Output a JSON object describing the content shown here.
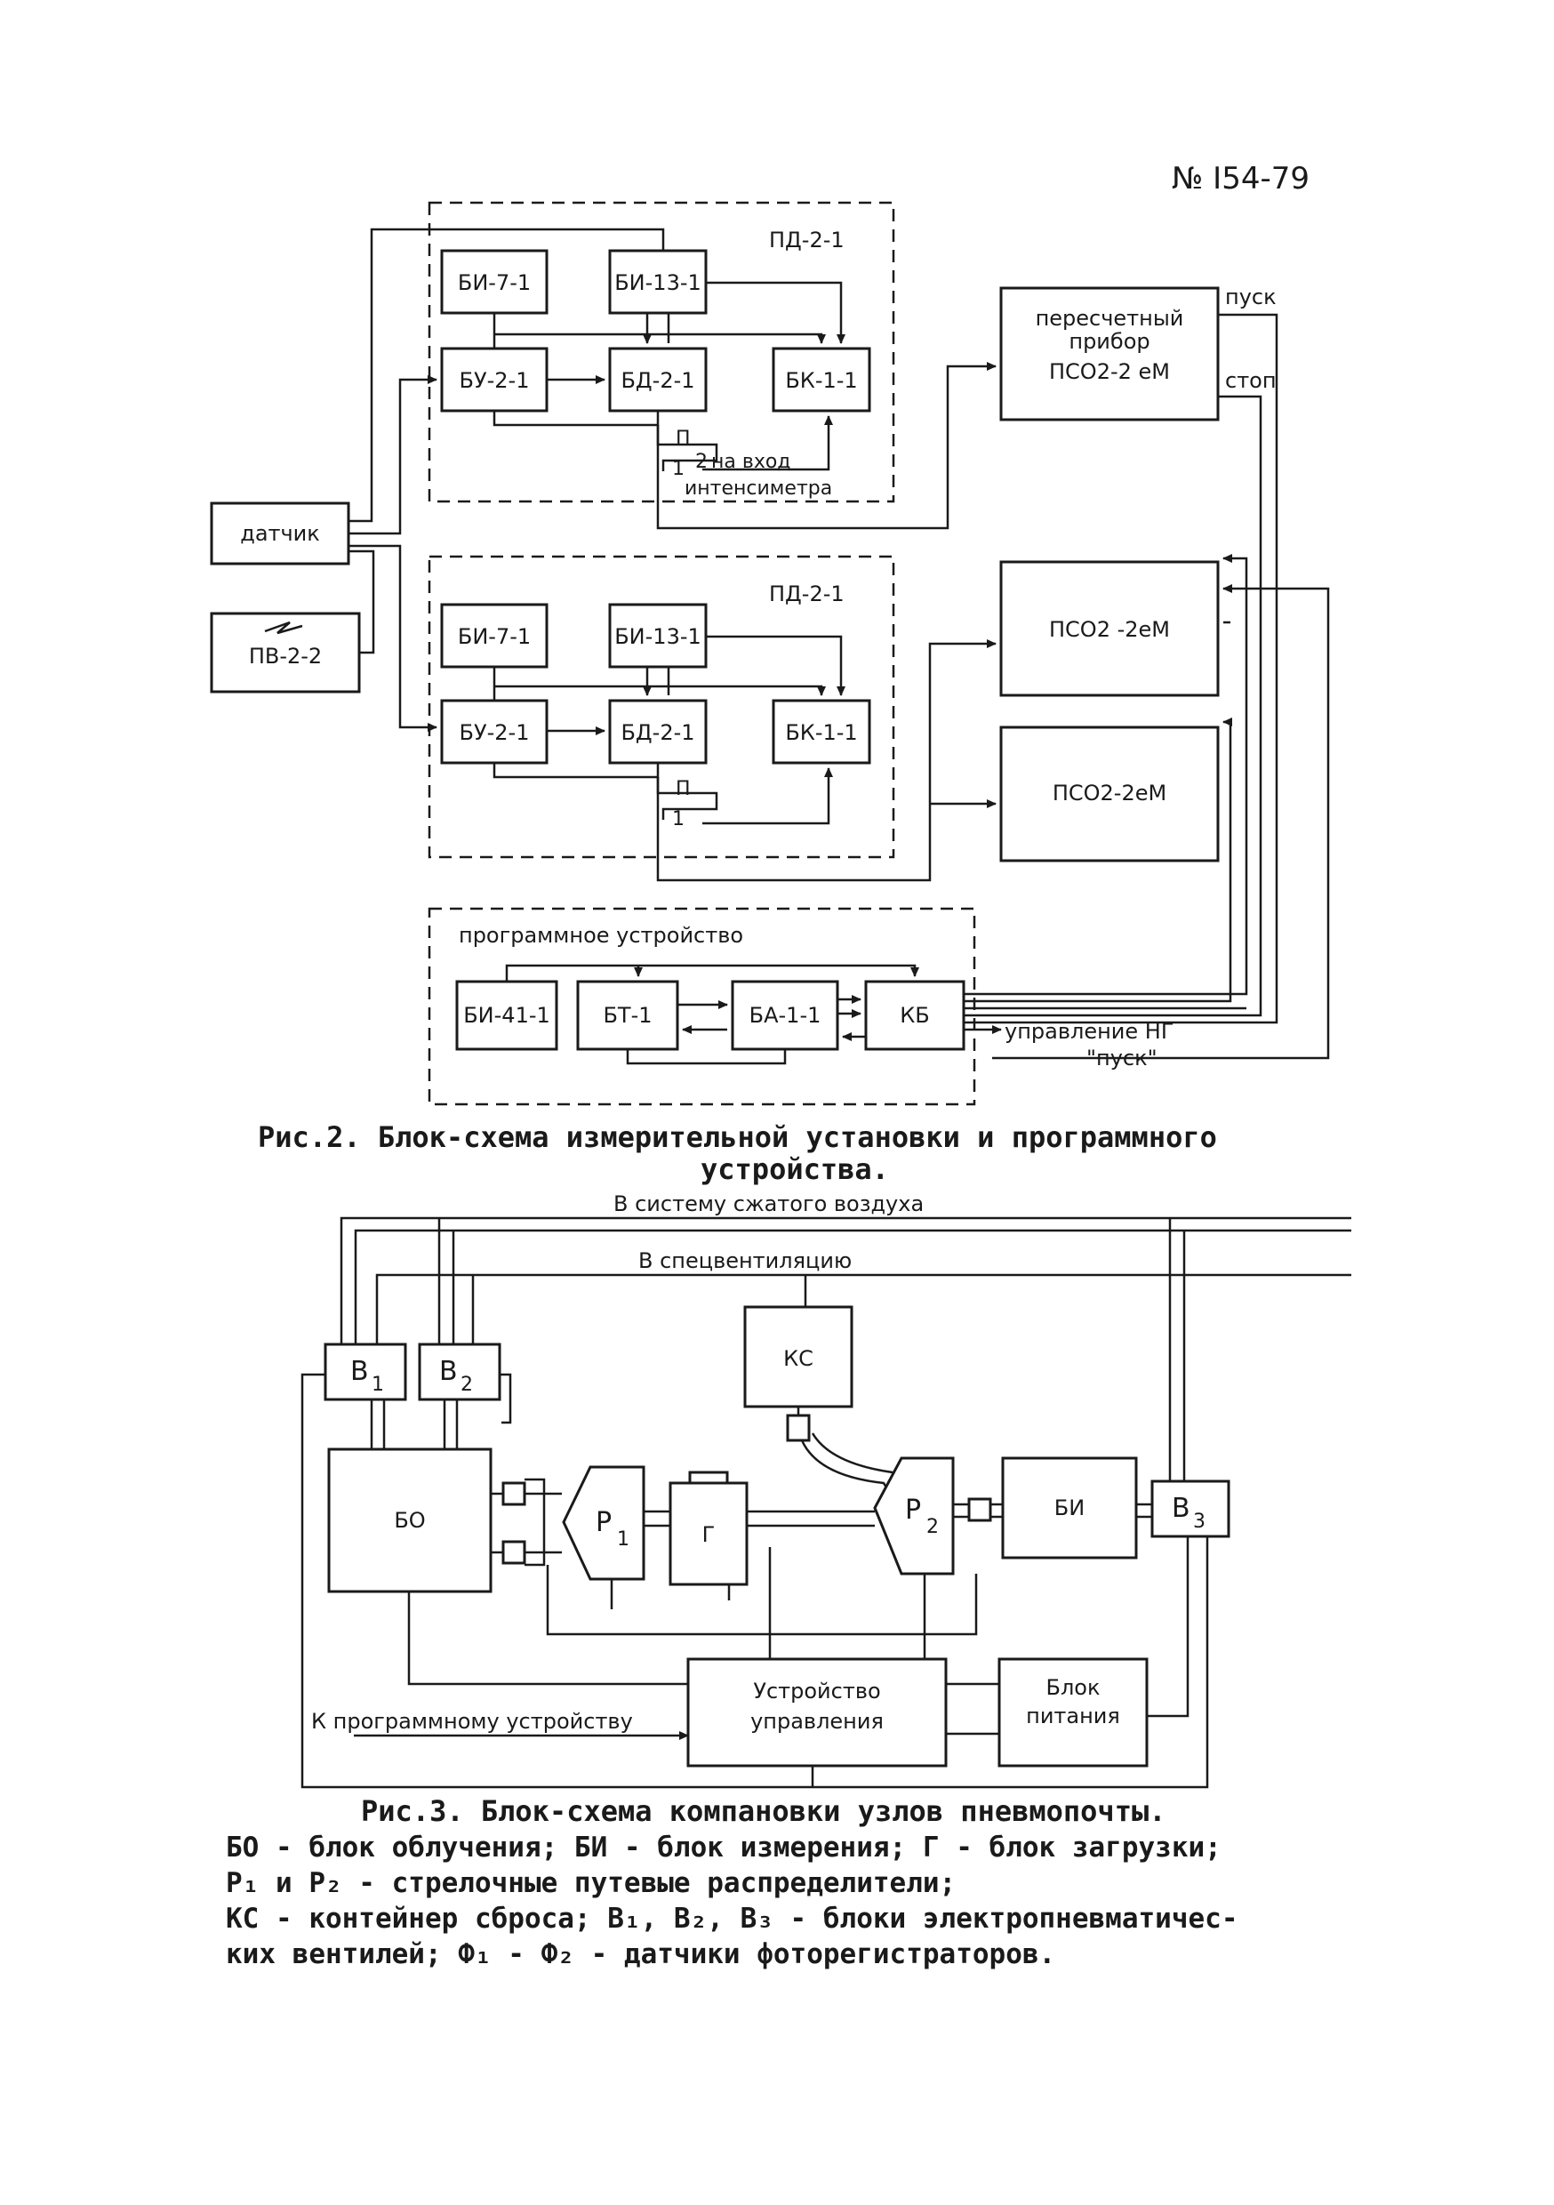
{
  "page_number": "№ I54-79",
  "fig2": {
    "group1_title": "ПД-2-1",
    "group2_title": "ПД-2-1",
    "bi7": "БИ-7-1",
    "bi13": "БИ-13-1",
    "bu2": "БУ-2-1",
    "bd2": "БД-2-1",
    "bk1": "БК-1-1",
    "switch_p": "П",
    "switch_1": "1",
    "switch_2": "2",
    "to_input_line1": "на вход",
    "to_input_line2": "интенсиметра",
    "sensor": "датчик",
    "pv": "ПВ-2-2",
    "counter_line1": "пересчетный",
    "counter_line2": "прибор",
    "counter_line3": "ПСО2-2 еМ",
    "start": "пуск",
    "stop": "стоп",
    "pso2": "ПСО2 -2еМ",
    "pso3": "ПСО2-2еМ",
    "prog_title": "программное устройство",
    "bi41": "БИ-41-1",
    "bt": "БТ-1",
    "ba": "БА-1-1",
    "kb": "КБ",
    "control_line1": "управление НГ",
    "control_line2": "\"пуск\"",
    "caption_line1": "Рис.2. Блок-схема измерительной установки и программного",
    "caption_line2": "устройства."
  },
  "fig3": {
    "to_air": "В систему сжатого воздуха",
    "to_vent": "В спецвентиляцию",
    "ks": "КС",
    "v": "В",
    "sub1": "1",
    "sub2": "2",
    "sub3": "3",
    "bo": "БО",
    "r": "Р",
    "g": "Г",
    "bi": "БИ",
    "ctrl_line1": "Устройство",
    "ctrl_line2": "управления",
    "power_line1": "Блок",
    "power_line2": "питания",
    "to_prog": "К программному устройству",
    "caption": "Рис.3. Блок-схема компановки узлов пневмопочты.",
    "legend1": "БО - блок облучения; БИ - блок измерения; Г - блок загрузки;",
    "legend2": "Р₁ и Р₂ - стрелочные путевые распределители;",
    "legend3": "КС - контейнер сброса; В₁, В₂, В₃ - блоки электропневматичес-",
    "legend4": "ких вентилей; Ф₁ - Ф₂     - датчики фоторегистраторов."
  }
}
